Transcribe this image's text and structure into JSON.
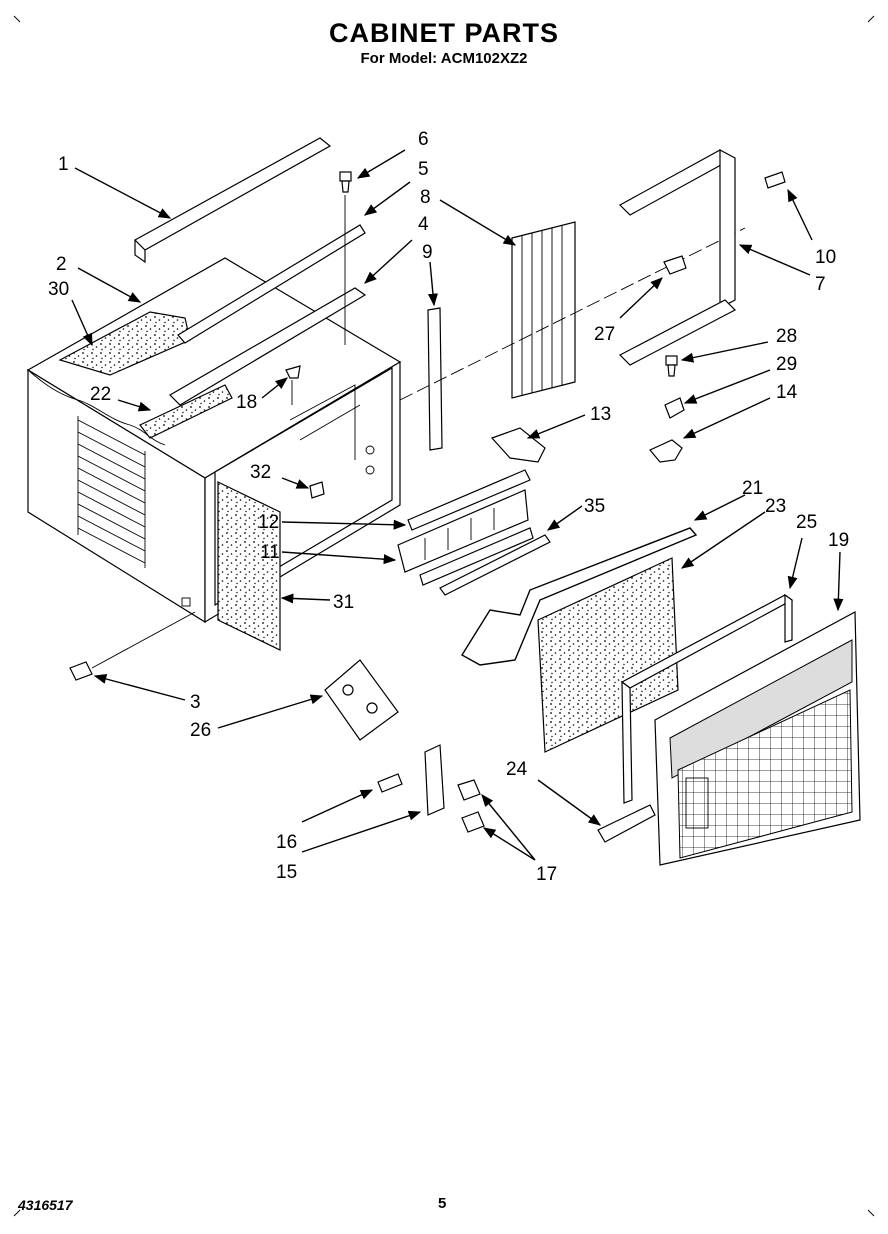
{
  "header": {
    "title": "CABINET PARTS",
    "subtitle": "For Model: ACM102XZ2"
  },
  "footer": {
    "doc_number": "4316517",
    "page_number": "5"
  },
  "callouts": {
    "c1": "1",
    "c2": "2",
    "c3": "3",
    "c4": "4",
    "c5": "5",
    "c6": "6",
    "c7": "7",
    "c8": "8",
    "c9": "9",
    "c10": "10",
    "c11": "11",
    "c12": "12",
    "c13": "13",
    "c14": "14",
    "c15": "15",
    "c16": "16",
    "c17": "17",
    "c18": "18",
    "c19": "19",
    "c21": "21",
    "c22": "22",
    "c23": "23",
    "c24": "24",
    "c25": "25",
    "c26": "26",
    "c27": "27",
    "c28": "28",
    "c29": "29",
    "c30": "30",
    "c31": "31",
    "c32": "32",
    "c35": "35"
  }
}
